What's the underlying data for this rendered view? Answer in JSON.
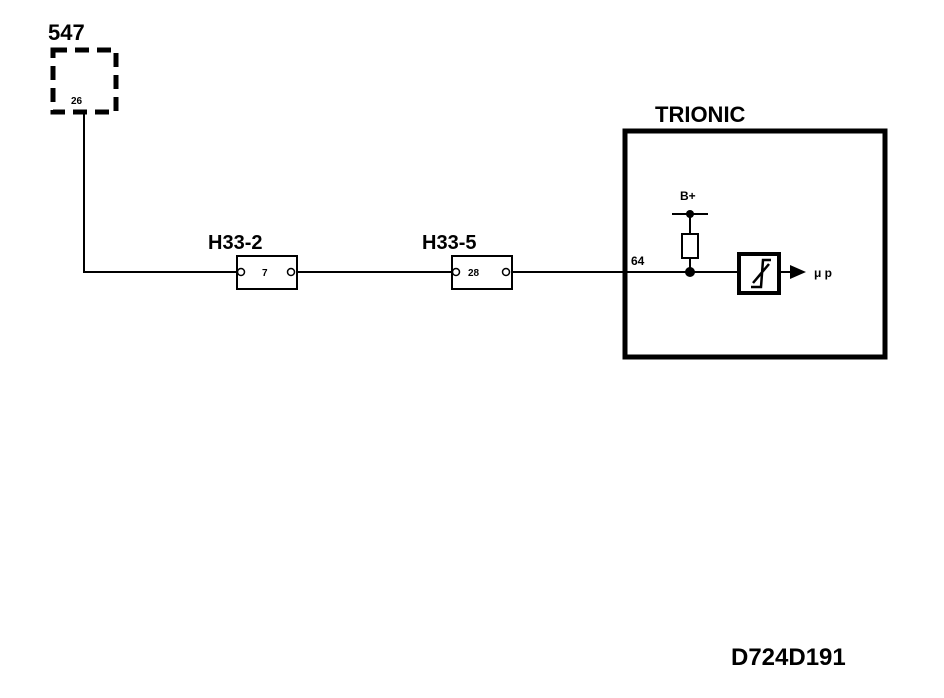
{
  "component_547": {
    "label": "547",
    "pin": "26"
  },
  "connector_h33_2": {
    "label": "H33-2",
    "pin": "7"
  },
  "connector_h33_5": {
    "label": "H33-5",
    "pin": "28"
  },
  "trionic": {
    "label": "TRIONIC",
    "pin": "64",
    "supply_label": "B+",
    "output_label": "μ p"
  },
  "diagram_id": "D724D191",
  "colors": {
    "ink": "#000000",
    "background": "#ffffff"
  }
}
